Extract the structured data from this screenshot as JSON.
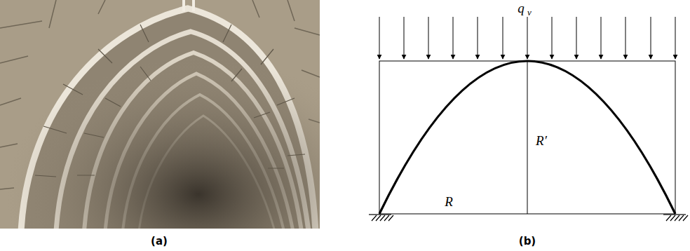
{
  "diagram": {
    "labels": [
      "(a)",
      "(b)",
      "q",
      "v",
      "R′",
      "R"
    ]
  }
}
